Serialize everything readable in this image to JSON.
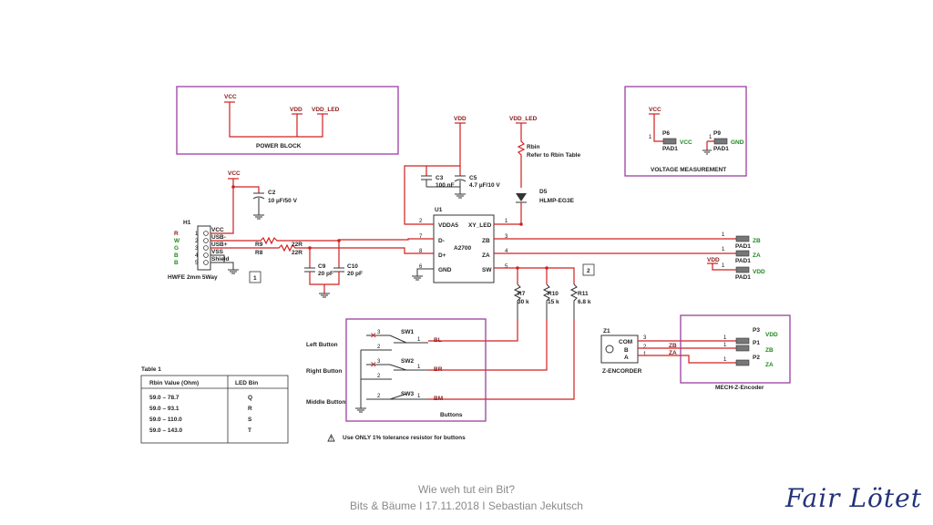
{
  "blocks": {
    "power": "POWER BLOCK",
    "voltage": "VOLTAGE MEASUREMENT",
    "buttons": "Buttons",
    "mech": "MECH-Z-Encoder"
  },
  "nets": {
    "vcc": "VCC",
    "vdd": "VDD",
    "vdd_led": "VDD_LED",
    "gnd": "GND",
    "za": "ZA",
    "zb": "ZB",
    "bl": "BL",
    "br": "BR",
    "bm": "BM"
  },
  "u1": {
    "ref": "U1",
    "part": "A2700",
    "pins_left": [
      {
        "num": "2",
        "name": "VDDA5"
      },
      {
        "num": "7",
        "name": "D-"
      },
      {
        "num": "8",
        "name": "D+"
      },
      {
        "num": "6",
        "name": "GND"
      }
    ],
    "pins_right": [
      {
        "num": "1",
        "name": "XY_LED"
      },
      {
        "num": "3",
        "name": "ZB"
      },
      {
        "num": "4",
        "name": "ZA"
      },
      {
        "num": "5",
        "name": "SW"
      }
    ]
  },
  "h1": {
    "ref": "H1",
    "desc": "HWFE 2mm 5Way",
    "pins": [
      "VCC",
      "USB-",
      "USB+",
      "VSS",
      "Shield"
    ],
    "nums": [
      "1",
      "2",
      "3",
      "4",
      "5"
    ],
    "colors": [
      "R",
      "W",
      "G",
      "B",
      "B"
    ]
  },
  "components": {
    "c2": "C2",
    "c2v": "10 µF/50 V",
    "c3": "C3",
    "c3v": "100 nF",
    "c5": "C5",
    "c5v": "4.7 µF/10 V",
    "c9": "C9",
    "c9v": "20 pF",
    "c10": "C10",
    "c10v": "20 pF",
    "r8": "R8",
    "r9": "R9",
    "r22": "22R",
    "rbin": "Rbin",
    "rbin_note": "Refer to Rbin Table",
    "d5": "D5",
    "d5v": "HLMP-EG3E",
    "r7": "R7",
    "r7v": "30 k",
    "r10": "R10",
    "r10v": "15 k",
    "r11": "R11",
    "r11v": "6.8 k",
    "p6": "P6",
    "p9": "P9",
    "pad": "PAD1",
    "sw1": "SW1",
    "sw2": "SW2",
    "sw3": "SW3",
    "z1": "Z1",
    "zenc": "Z-ENCORDER",
    "com": "COM",
    "a": "A",
    "b": "B",
    "p1": "P1",
    "p2": "P2",
    "p3": "P3"
  },
  "labels": {
    "left_button": "Left Button",
    "right_button": "Right Button",
    "middle_button": "Middle Button",
    "marker1": "1",
    "marker2": "2",
    "warning": "Use ONLY 1% tolerance resistor for buttons"
  },
  "table": {
    "title": "Table 1",
    "headers": [
      "Rbin Value (Ohm)",
      "LED Bin"
    ],
    "rows": [
      [
        "59.0 – 78.7",
        "Q"
      ],
      [
        "59.0 – 93.1",
        "R"
      ],
      [
        "59.0 – 110.0",
        "S"
      ],
      [
        "59.0 – 143.0",
        "T"
      ]
    ]
  },
  "footer": {
    "line1": "Wie weh tut ein Bit?",
    "line2": "Bits & Bäume I  17.11.2018  I Sebastian Jekutsch",
    "logo": "Fair Lötet"
  },
  "colors": {
    "wire": "#d02020",
    "box": "#9b3fa0",
    "net_green": "#1e8a1e",
    "logo": "#23327a"
  }
}
